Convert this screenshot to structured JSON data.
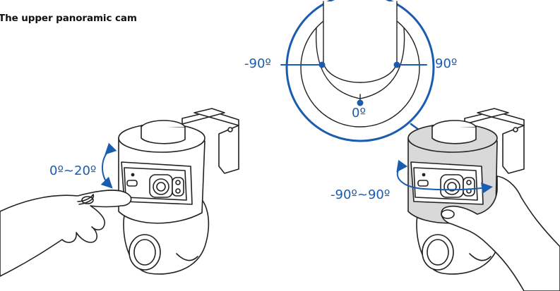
{
  "title": "The upper panoramic cam",
  "labels": {
    "tilt_range": "0º~20º",
    "pan_left": "-90º",
    "pan_right": "90º",
    "pan_center": "0º",
    "pan_range": "-90º~90º"
  },
  "colors": {
    "accent": "#1a5cb0",
    "line": "#222222",
    "highlight_fill": "#d9d9d9"
  }
}
